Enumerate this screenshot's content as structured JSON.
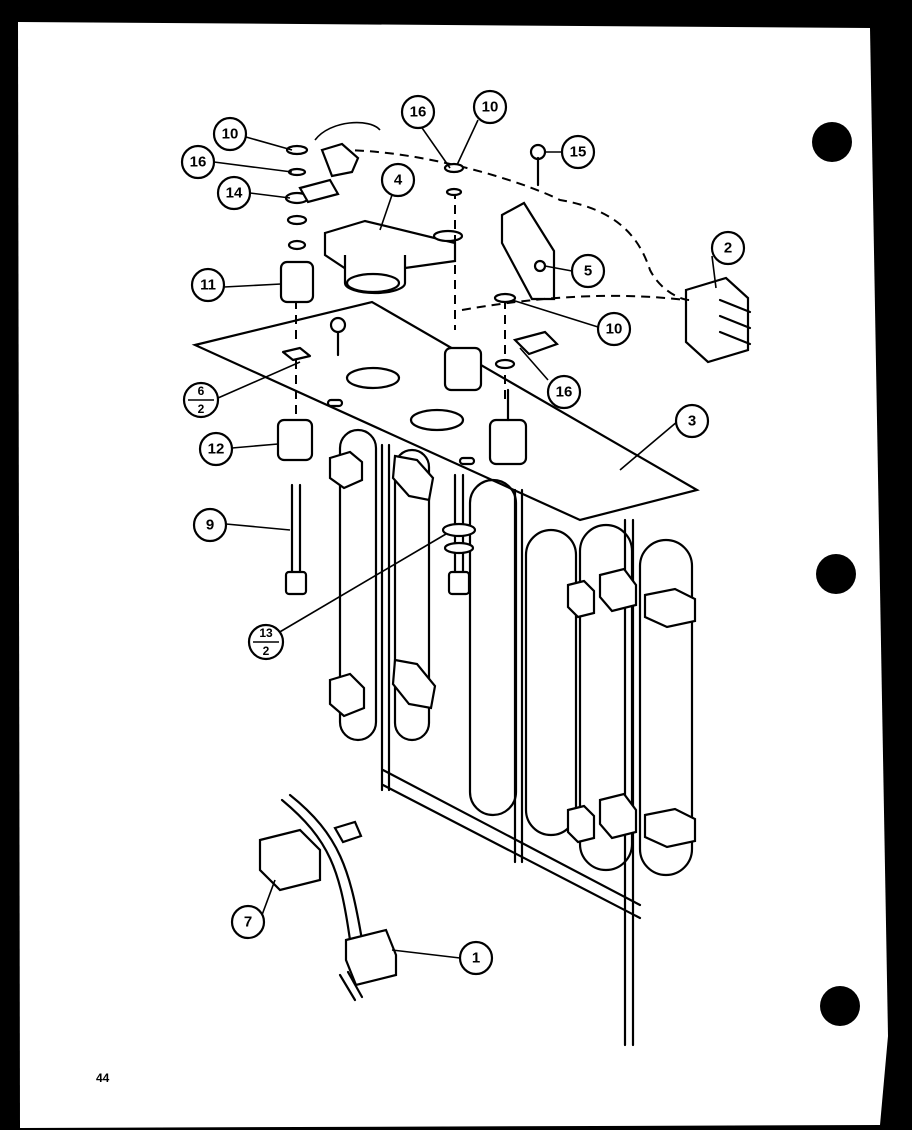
{
  "page_number": "44",
  "callouts": [
    {
      "id": "c10a",
      "text": "10"
    },
    {
      "id": "c16a",
      "text": "16"
    },
    {
      "id": "c14",
      "text": "14"
    },
    {
      "id": "c16b",
      "text": "16"
    },
    {
      "id": "c10b",
      "text": "10"
    },
    {
      "id": "c15",
      "text": "15"
    },
    {
      "id": "c4",
      "text": "4"
    },
    {
      "id": "c2",
      "text": "2"
    },
    {
      "id": "c5",
      "text": "5"
    },
    {
      "id": "c11",
      "text": "11"
    },
    {
      "id": "c10c",
      "text": "10"
    },
    {
      "id": "c16c",
      "text": "16"
    },
    {
      "id": "c3",
      "text": "3"
    },
    {
      "id": "c12",
      "text": "12"
    },
    {
      "id": "c9",
      "text": "9"
    },
    {
      "id": "c7",
      "text": "7"
    },
    {
      "id": "c1",
      "text": "1"
    }
  ],
  "fraction_callouts": [
    {
      "id": "f6",
      "top": "6",
      "bottom": "2"
    },
    {
      "id": "f13",
      "top": "13",
      "bottom": "2"
    }
  ]
}
